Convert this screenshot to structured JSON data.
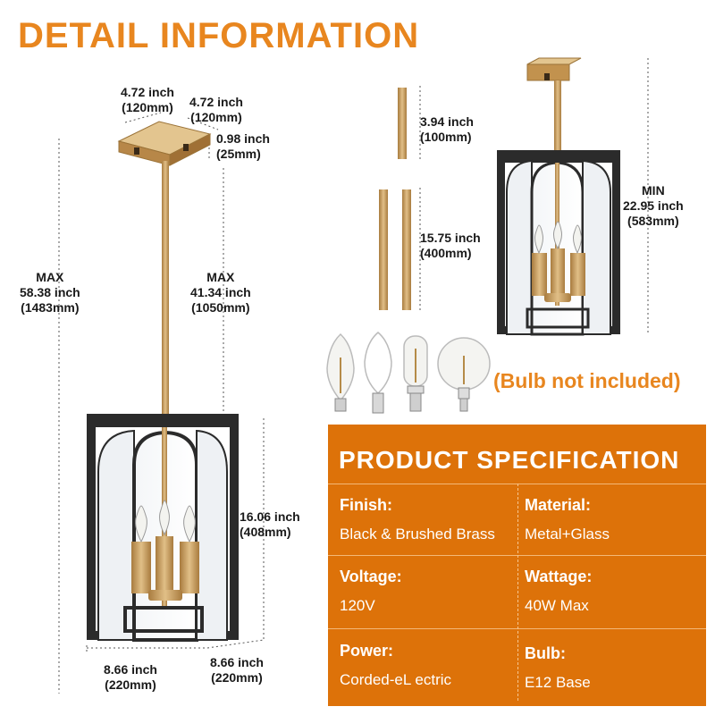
{
  "title": "DETAIL INFORMATION",
  "dims": {
    "canopy_w": [
      "4.72 inch",
      "(120mm)"
    ],
    "canopy_d": [
      "4.72 inch",
      "(120mm)"
    ],
    "canopy_h": [
      "0.98 inch",
      "(25mm)"
    ],
    "max_overall": [
      "MAX",
      "58.38 inch",
      "(1483mm)"
    ],
    "max_rod": [
      "MAX",
      "41.34 inch",
      "(1050mm)"
    ],
    "shade_h": [
      "16.06 inch",
      "(408mm)"
    ],
    "shade_w": [
      "8.66 inch",
      "(220mm)"
    ],
    "shade_d": [
      "8.66 inch",
      "(220mm)"
    ],
    "rod_short": [
      "3.94 inch",
      "(100mm)"
    ],
    "rod_long": [
      "15.75 inch",
      "(400mm)"
    ],
    "min_overall": [
      "MIN",
      "22.95 inch",
      "(583mm)"
    ]
  },
  "bulb_note": "(Bulb not included)",
  "spec": {
    "title": "PRODUCT SPECIFICATION",
    "items": [
      {
        "label": "Finish:",
        "value": "Black & Brushed Brass"
      },
      {
        "label": "Material:",
        "value": "Metal+Glass"
      },
      {
        "label": "Voltage:",
        "value": "120V"
      },
      {
        "label": "Wattage:",
        "value": "40W Max"
      },
      {
        "label": "Power:",
        "value": "Corded-eL ectric"
      },
      {
        "label": "Bulb:",
        "value": "E12 Base"
      }
    ]
  },
  "colors": {
    "accent": "#e8861f",
    "panel": "#dd7209",
    "brass": "#c89b5a",
    "frame": "#2b2b2b"
  }
}
